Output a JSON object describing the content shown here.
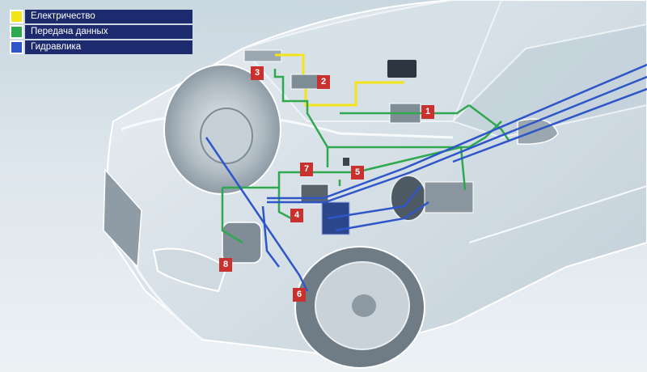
{
  "legend": {
    "items": [
      {
        "label": "Електричество",
        "color": "#f2e51a"
      },
      {
        "label": "Передача данных",
        "color": "#2fa84f"
      },
      {
        "label": "Гидравлика",
        "color": "#2f56c8"
      }
    ],
    "bar_color": "#1d2a6e"
  },
  "markers": [
    "1",
    "2",
    "3",
    "4",
    "5",
    "6",
    "7",
    "8"
  ],
  "colors": {
    "marker": "#c8312d",
    "electric": "#f2e51a",
    "data": "#2fa84f",
    "hydraulic": "#2f56c8",
    "car_body": "#dfe6ec"
  }
}
